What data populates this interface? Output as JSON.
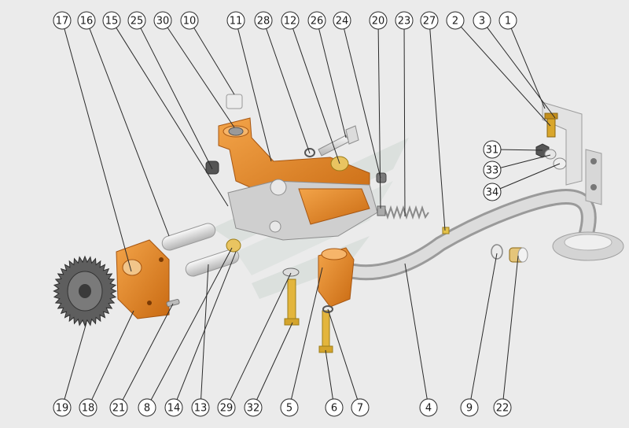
{
  "colors": {
    "background": "#ebebeb",
    "part_orange": "#e8892a",
    "part_orange_dark": "#c96a12",
    "metal_light": "#d9d9d9",
    "metal_mid": "#b9b9b9",
    "gear_dark": "#5a5a5a",
    "brass": "#d9a62b",
    "watermark": "#d0d6d3"
  },
  "callouts": {
    "top": [
      "17",
      "16",
      "15",
      "25",
      "30",
      "10",
      "11",
      "28",
      "12",
      "26",
      "24",
      "20",
      "23",
      "27",
      "2",
      "3",
      "1"
    ],
    "right_mid": [
      "31",
      "33",
      "34"
    ],
    "bottom": [
      "19",
      "18",
      "21",
      "8",
      "14",
      "13",
      "29",
      "32",
      "5",
      "6",
      "7",
      "4",
      "9",
      "22"
    ]
  }
}
